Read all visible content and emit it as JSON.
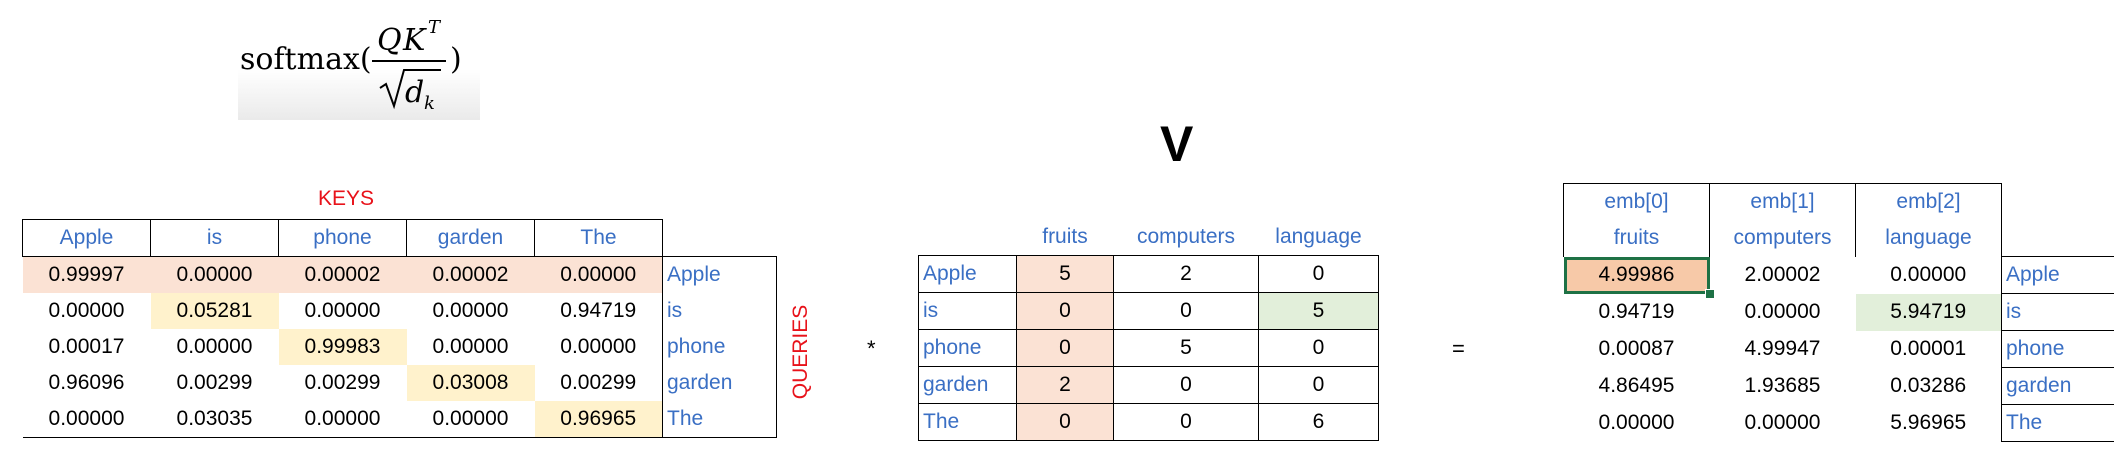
{
  "formula": {
    "text": "softmax(QK^T / √d_k)",
    "prefix": "softmax(",
    "num_q": "Q",
    "num_k": "K",
    "sup_t": "T",
    "den_d": "d",
    "den_k": "k",
    "suffix": ")"
  },
  "v_label": "V",
  "keys_label": "KEYS",
  "queries_label": "QUERIES",
  "multiply_symbol": "*",
  "equals_symbol": "=",
  "attention": {
    "column_headers": [
      "Apple",
      "is",
      "phone",
      "garden",
      "The"
    ],
    "row_labels": [
      "Apple",
      "is",
      "phone",
      "garden",
      "The"
    ],
    "rows": [
      [
        "0.99997",
        "0.00000",
        "0.00002",
        "0.00002",
        "0.00000"
      ],
      [
        "0.00000",
        "0.05281",
        "0.00000",
        "0.00000",
        "0.94719"
      ],
      [
        "0.00017",
        "0.00000",
        "0.99983",
        "0.00000",
        "0.00000"
      ],
      [
        "0.96096",
        "0.00299",
        "0.00299",
        "0.03008",
        "0.00299"
      ],
      [
        "0.00000",
        "0.03035",
        "0.00000",
        "0.00000",
        "0.96965"
      ]
    ]
  },
  "values": {
    "column_headers": [
      "fruits",
      "computers",
      "language"
    ],
    "row_labels": [
      "Apple",
      "is",
      "phone",
      "garden",
      "The"
    ],
    "rows": [
      [
        "5",
        "2",
        "0"
      ],
      [
        "0",
        "0",
        "5"
      ],
      [
        "0",
        "5",
        "0"
      ],
      [
        "2",
        "0",
        "0"
      ],
      [
        "0",
        "0",
        "6"
      ]
    ]
  },
  "output": {
    "emb_headers": [
      "emb[0]",
      "emb[1]",
      "emb[2]"
    ],
    "column_headers": [
      "fruits",
      "computers",
      "language"
    ],
    "row_labels": [
      "Apple",
      "is",
      "phone",
      "garden",
      "The"
    ],
    "rows": [
      [
        "4.99986",
        "2.00002",
        "0.00000"
      ],
      [
        "0.94719",
        "0.00000",
        "5.94719"
      ],
      [
        "0.00087",
        "4.99947",
        "0.00001"
      ],
      [
        "4.86495",
        "1.93685",
        "0.03286"
      ],
      [
        "0.00000",
        "0.00000",
        "5.96965"
      ]
    ]
  },
  "colors": {
    "header_blue": "#3a6fc4",
    "title_red": "#e8121a",
    "highlight_orange": "#fbe2d4",
    "highlight_yellow": "#fff2cc",
    "highlight_green": "#e2efda",
    "selection_green": "#1e7145"
  }
}
